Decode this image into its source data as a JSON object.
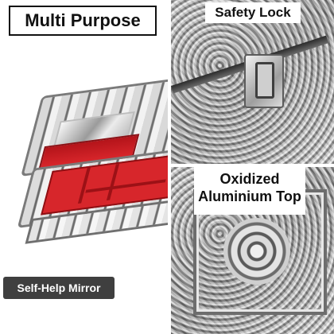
{
  "labels": {
    "multi_purpose": "Multi Purpose",
    "safety_lock": "Safety Lock",
    "oxidized_line1": "Oxidized",
    "oxidized_line2": "Aluminium Top",
    "self_help_mirror": "Self-Help Mirror"
  },
  "colors": {
    "velvet_red": "#d7262b",
    "metal_silver": "#b5b5b5",
    "label_dark": "#3f3f3f"
  },
  "image_subjects": [
    "jewelry-box",
    "safety-lock-closeup",
    "oxidized-aluminium-top-closeup"
  ]
}
